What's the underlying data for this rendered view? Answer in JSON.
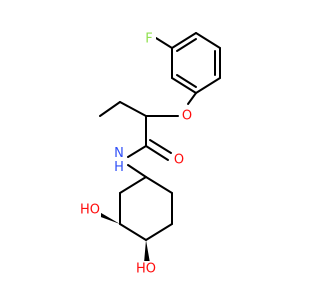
{
  "atoms": {
    "fluorine": {
      "text": "F",
      "color": "#90E050"
    },
    "ether_oxygen": {
      "text": "O",
      "color": "#FF0D0D"
    },
    "amide_oxygen": {
      "text": "O",
      "color": "#FF0D0D"
    },
    "amide_nitrogen": {
      "text": "N\nH",
      "color": "#3050F8"
    },
    "hydroxyl_1": {
      "text": "HO",
      "color": "#FF0D0D"
    },
    "hydroxyl_2": {
      "text": "HO",
      "color": "#FF0D0D"
    }
  },
  "colors": {
    "bond": "#000000",
    "background": "#ffffff"
  }
}
